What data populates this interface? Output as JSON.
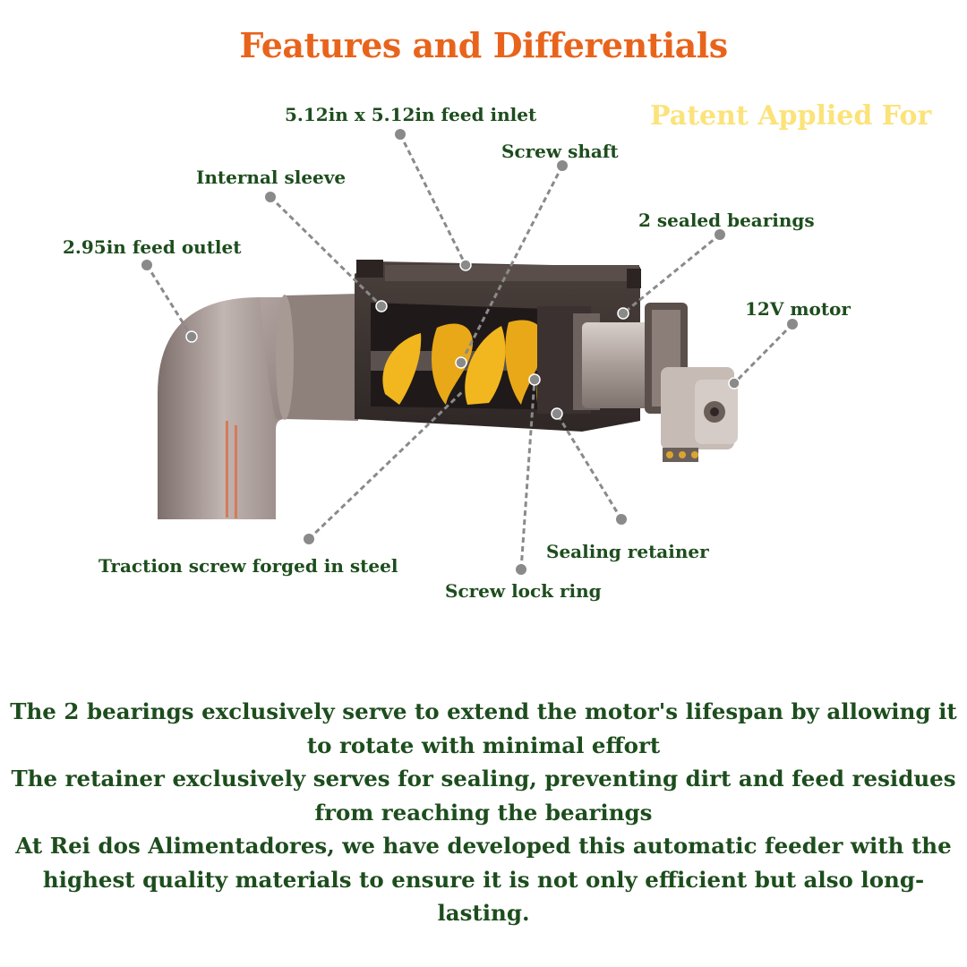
{
  "header": {
    "title": "Features and Differentials",
    "patent": "Patent Applied For"
  },
  "callouts": {
    "feed_inlet": "5.12in x 5.12in feed inlet",
    "screw_shaft": "Screw shaft",
    "internal_sleeve": "Internal sleeve",
    "sealed_bearings": "2 sealed bearings",
    "feed_outlet": "2.95in feed outlet",
    "motor": "12V motor",
    "traction_screw": "Traction screw forged in steel",
    "sealing_retainer": "Sealing retainer",
    "screw_lock_ring": "Screw lock ring"
  },
  "description": {
    "p1": "The 2 bearings exclusively serve to extend the motor's lifespan by allowing it to rotate with minimal effort",
    "p2": "The retainer exclusively serves for sealing, preventing dirt and feed residues from reaching the bearings",
    "p3": "At Rei dos Alimentadores, we have developed this automatic feeder with the highest quality materials to ensure it is not only efficient but also long-lasting."
  },
  "colors": {
    "title": "#e8641c",
    "patent": "#fbe37a",
    "text": "#1d4d1d",
    "screw": "#f2b71e"
  }
}
